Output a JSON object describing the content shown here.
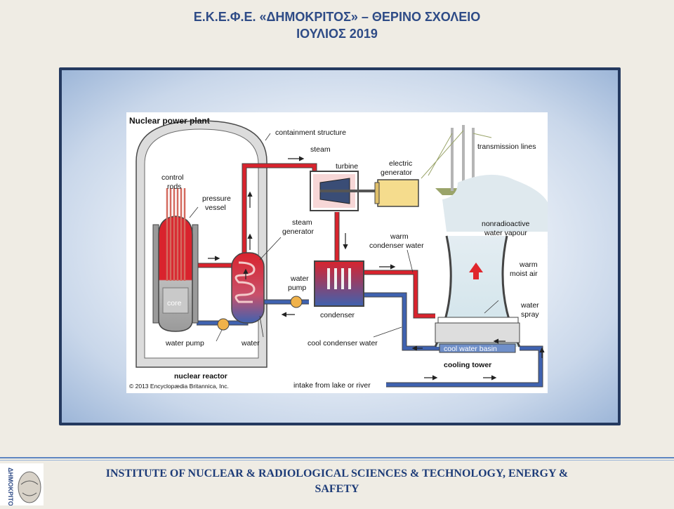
{
  "header": {
    "line1": "Ε.Κ.Ε.Φ.Ε. «ΔΗΜΟΚΡΙΤΟΣ» – ΘΕΡΙΝΟ ΣΧΟΛΕΙΟ",
    "line2": "ΙΟΥΛΙΟΣ 2019"
  },
  "diagram": {
    "title": "Nuclear power plant",
    "copyright": "© 2013 Encyclopædia Britannica, Inc.",
    "labels": {
      "containment": "containment structure",
      "steam": "steam",
      "turbine": "turbine",
      "electric_generator_1": "electric",
      "electric_generator_2": "generator",
      "transmission": "transmission lines",
      "control_rods_1": "control",
      "control_rods_2": "rods",
      "pressure_vessel_1": "pressure",
      "pressure_vessel_2": "vessel",
      "steam_generator_1": "steam",
      "steam_generator_2": "generator",
      "warm_condenser_1": "warm",
      "warm_condenser_2": "condenser water",
      "nonradio_1": "nonradioactive",
      "nonradio_2": "water vapour",
      "warm_moist_1": "warm",
      "warm_moist_2": "moist air",
      "water_pump_right_1": "water",
      "water_pump_right_2": "pump",
      "core": "core",
      "condenser": "condenser",
      "water_spray_1": "water",
      "water_spray_2": "spray",
      "water_pump_left": "water pump",
      "water": "water",
      "cool_condenser": "cool condenser water",
      "cool_basin": "cool water basin",
      "cooling_tower": "cooling tower",
      "nuclear_reactor": "nuclear reactor",
      "intake": "intake from lake or river"
    }
  },
  "footer": {
    "line1": "INSTITUTE OF NUCLEAR & RADIOLOGICAL SCIENCES & TECHNOLOGY, ENERGY &",
    "line2": "SAFETY",
    "logo_text": "ΔΗΜΟΚΡΙΤΟΣ"
  }
}
